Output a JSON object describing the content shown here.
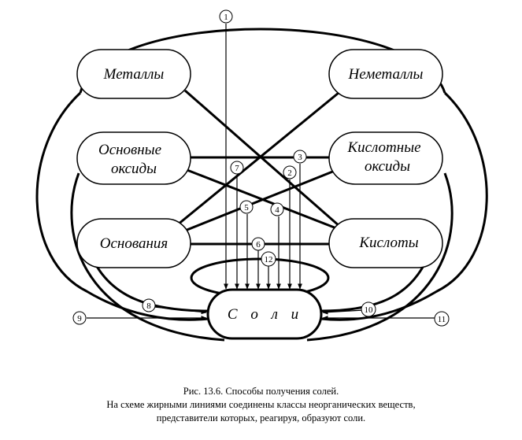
{
  "nodes": {
    "metals": "Металлы",
    "nonmetals": "Неметаллы",
    "basic_oxides": [
      "Основные",
      "оксиды"
    ],
    "acid_oxides": [
      "Кислотные",
      "оксиды"
    ],
    "bases": "Основания",
    "acids": "Кислоты",
    "salts": "С о л и"
  },
  "reaction_numbers": [
    "1",
    "2",
    "3",
    "4",
    "5",
    "6",
    "7",
    "8",
    "9",
    "10",
    "11",
    "12"
  ],
  "caption": {
    "line1": "Рис. 13.6. Способы получения солей.",
    "line2": "На схеме жирными линиями соединены классы неорганических веществ,",
    "line3": "представители которых, реагируя, образуют соли."
  }
}
